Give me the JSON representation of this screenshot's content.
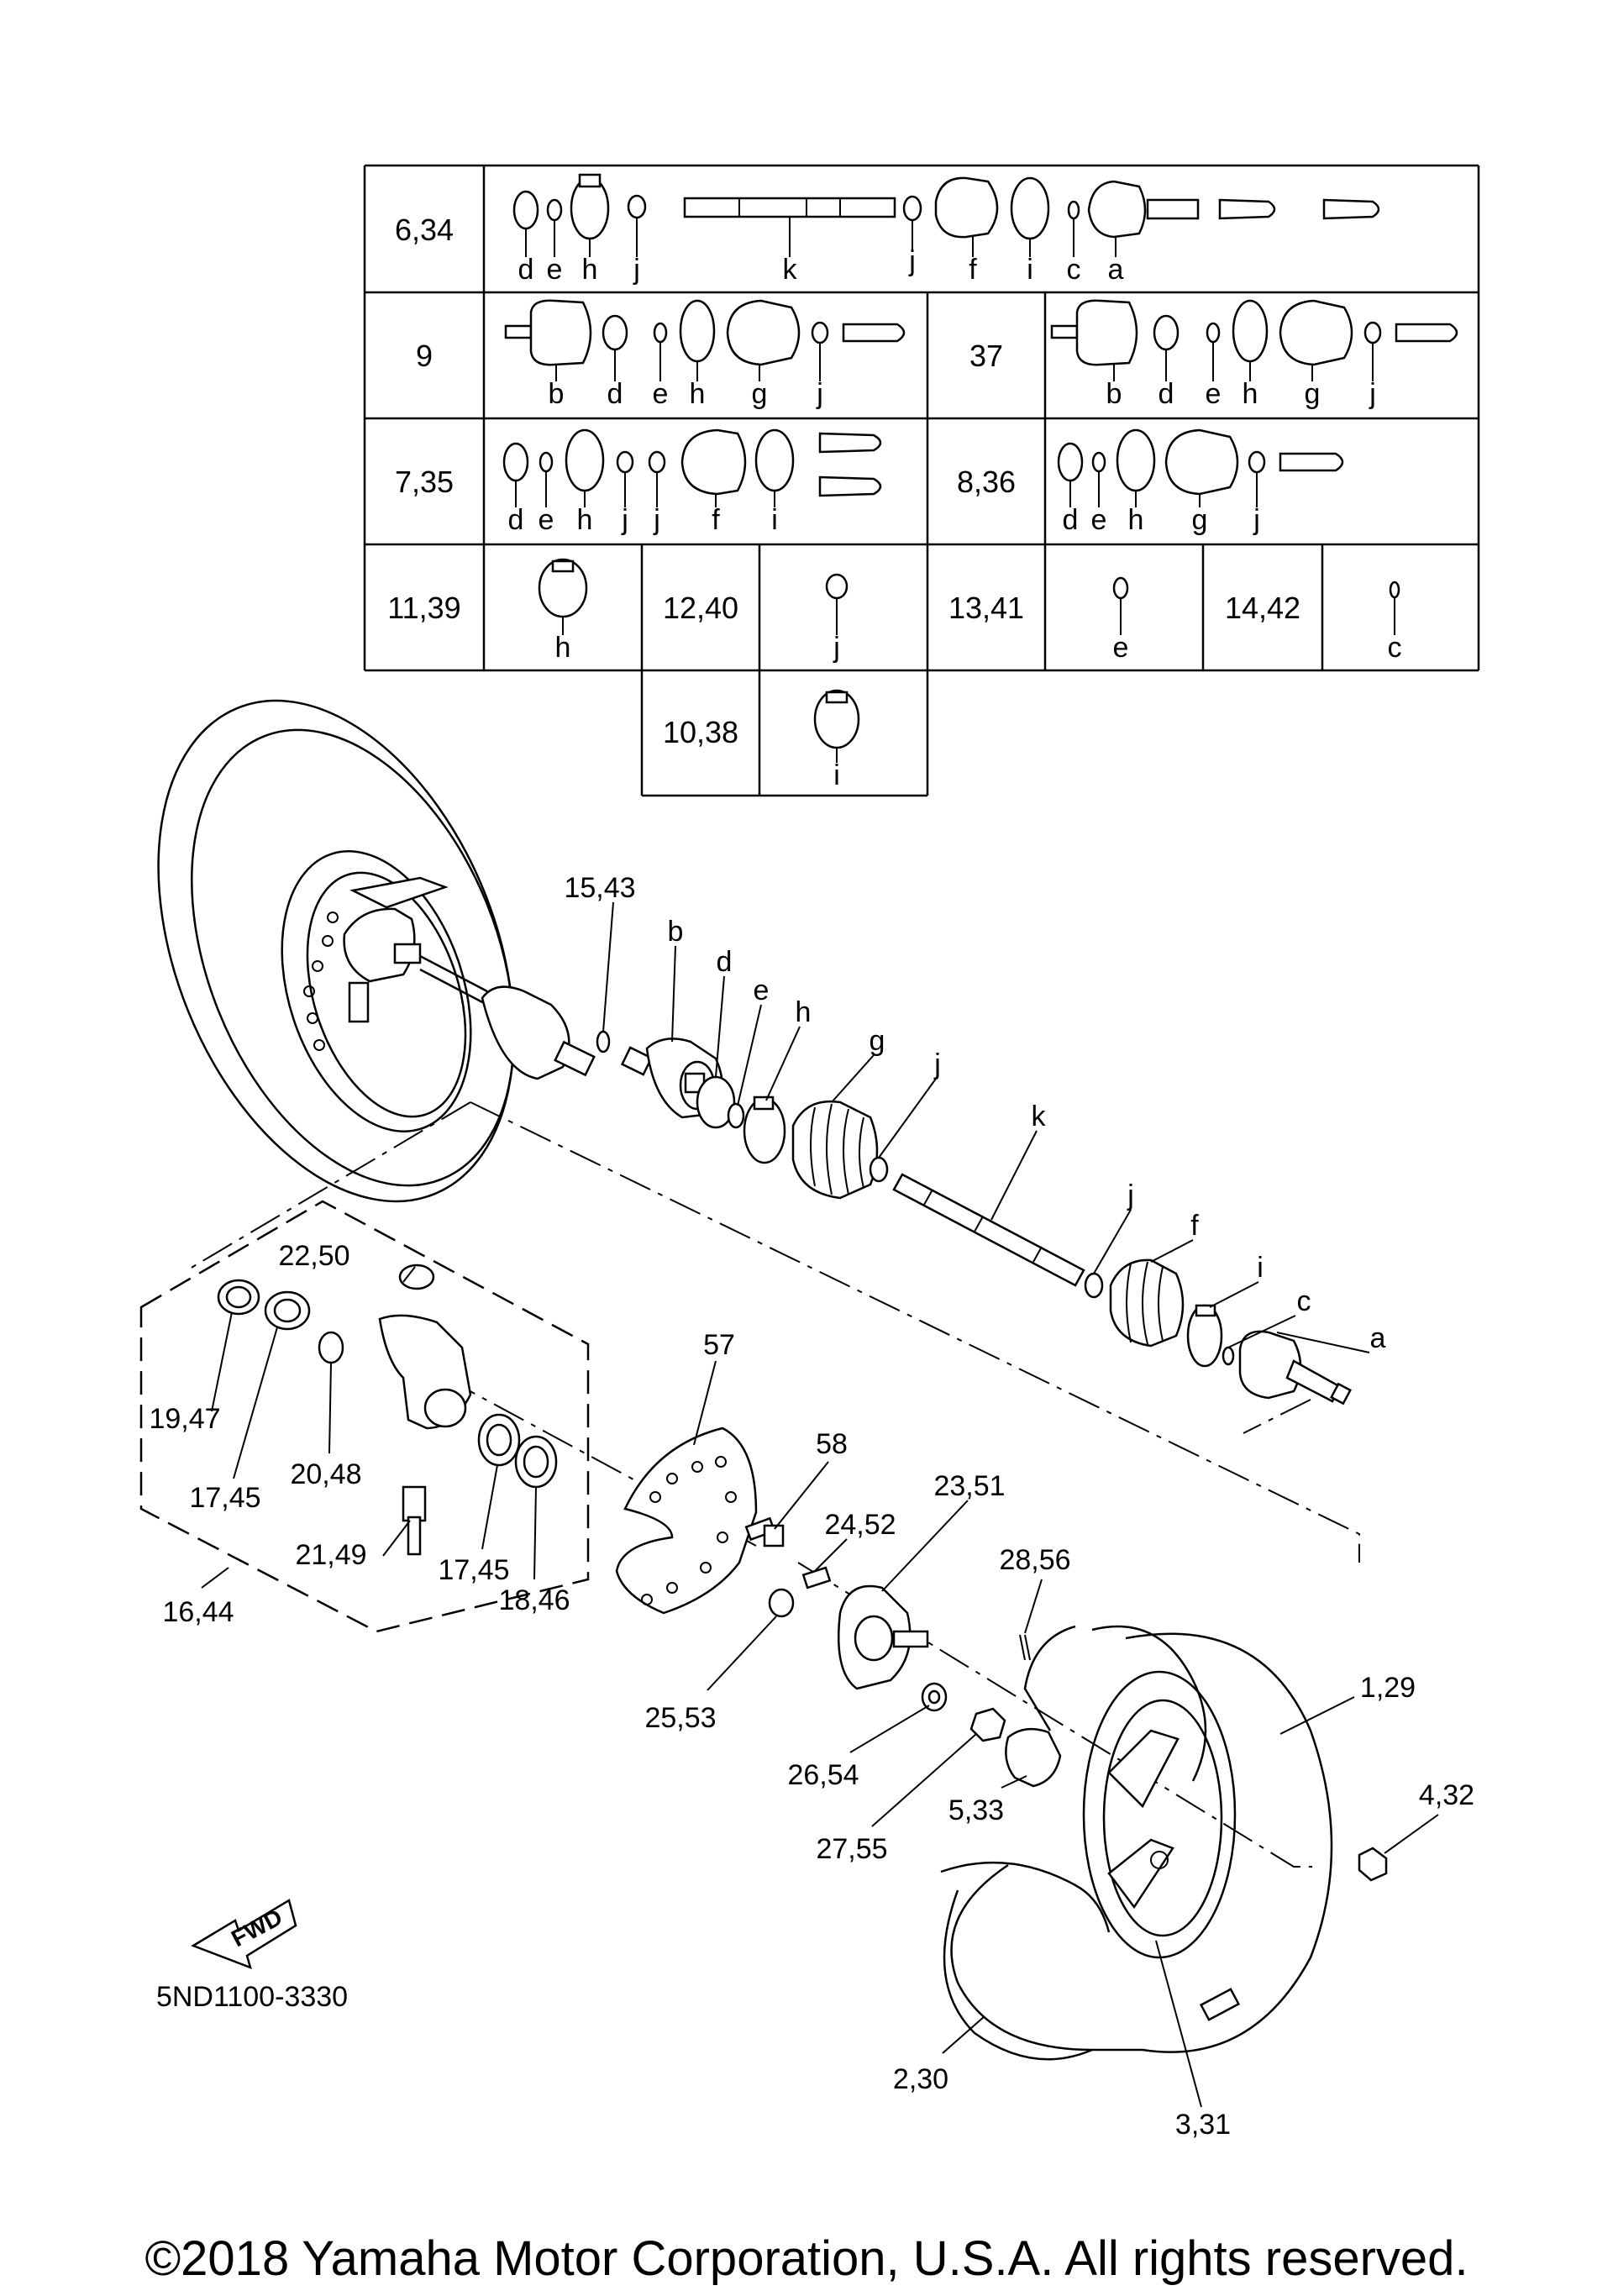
{
  "table": {
    "row1": {
      "key": "6,34",
      "letters": [
        "d",
        "e",
        "h",
        "j",
        "k",
        "j",
        "f",
        "i",
        "c",
        "a"
      ]
    },
    "row2": {
      "left": {
        "key": "9",
        "letters": [
          "b",
          "d",
          "e",
          "h",
          "g",
          "j"
        ]
      },
      "right": {
        "key": "37",
        "letters": [
          "b",
          "d",
          "e",
          "h",
          "g",
          "j"
        ]
      }
    },
    "row3": {
      "left": {
        "key": "7,35",
        "letters": [
          "d",
          "e",
          "h",
          "j",
          "j",
          "f",
          "i"
        ]
      },
      "right": {
        "key": "8,36",
        "letters": [
          "d",
          "e",
          "h",
          "g",
          "j"
        ]
      }
    },
    "row4": [
      {
        "key": "11,39",
        "letter": "h"
      },
      {
        "key": "12,40",
        "letter": "j"
      },
      {
        "key": "13,41",
        "letter": "e"
      },
      {
        "key": "14,42",
        "letter": "c"
      }
    ],
    "row5": {
      "key": "10,38",
      "letter": "i"
    }
  },
  "callouts": {
    "p15_43": "15,43",
    "b": "b",
    "d": "d",
    "e": "e",
    "h": "h",
    "g": "g",
    "j1": "j",
    "k": "k",
    "j2": "j",
    "f": "f",
    "i": "i",
    "c": "c",
    "a": "a",
    "p22_50": "22,50",
    "p57": "57",
    "p19_47": "19,47",
    "p17_45a": "17,45",
    "p20_48": "20,48",
    "p21_49": "21,49",
    "p17_45b": "17,45",
    "p18_46": "18,46",
    "p16_44": "16,44",
    "p58": "58",
    "p24_52": "24,52",
    "p23_51": "23,51",
    "p28_56": "28,56",
    "p1_29": "1,29",
    "p25_53": "25,53",
    "p26_54": "26,54",
    "p27_55": "27,55",
    "p5_33": "5,33",
    "p4_32": "4,32",
    "p2_30": "2,30",
    "p3_31": "3,31"
  },
  "fwd_label": "FWD",
  "diagram_code": "5ND1100-3330",
  "copyright": "©2018 Yamaha Motor Corporation, U.S.A. All rights reserved."
}
